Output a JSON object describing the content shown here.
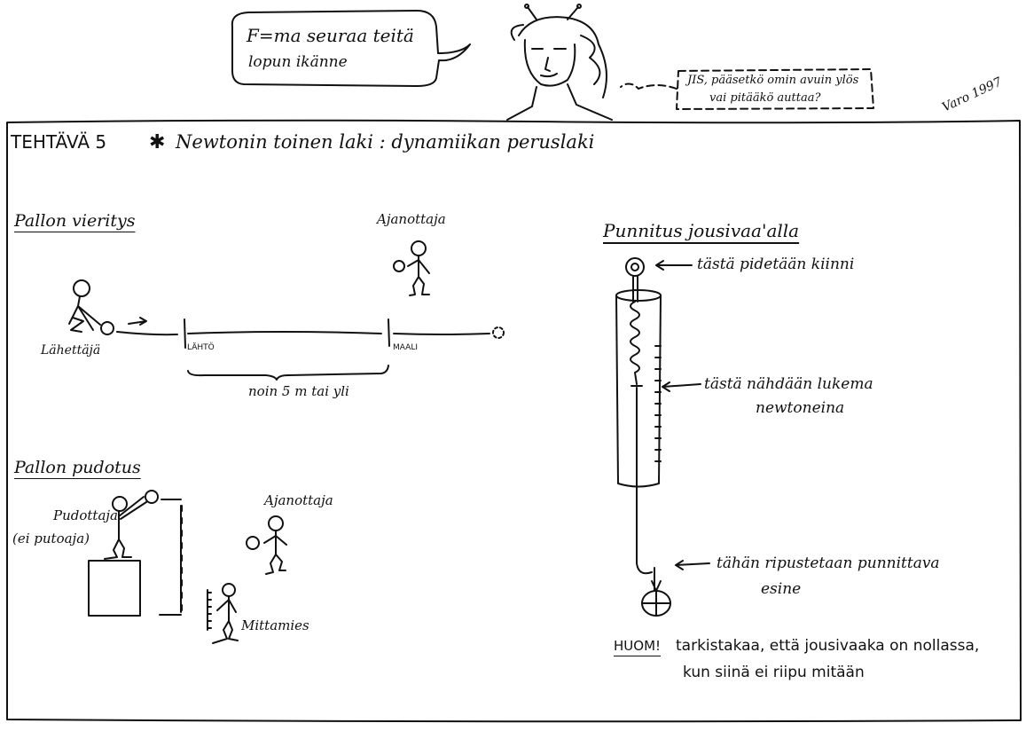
{
  "header": {
    "bubble_left": {
      "line1": "F=ma  seuraa teitä",
      "line2": "lopun ikänne"
    },
    "bubble_right": {
      "line1": "JIS, pääsetkö omin avuin ylös",
      "line2": "vai pitääkö auttaa?"
    },
    "signature": "Varo 1997"
  },
  "title": {
    "task": "TEHTÄVÄ 5",
    "star": "✱",
    "subtitle": "Newtonin toinen laki :  dynamiikan peruslaki"
  },
  "rolling": {
    "heading": "Pallon vieritys",
    "timer_label": "Ajanottaja",
    "sender_label": "Lähettäjä",
    "start_label": "LÄHTÖ",
    "finish_label": "MAALI",
    "distance_label": "noin 5 m tai yli"
  },
  "dropping": {
    "heading": "Pallon pudotus",
    "dropper_label": "Pudottaja",
    "dropper_note": "(ei putoaja)",
    "timer_label": "Ajanottaja",
    "measurer_label": "Mittamies"
  },
  "weighing": {
    "heading": "Punnitus jousivaa'alla",
    "hold_label": "tästä pidetään kiinni",
    "reading_label": "tästä nähdään lukema",
    "reading_unit": "newtoneina",
    "hang_label": "tähän ripustetaan punnittava",
    "hang_object": "esine",
    "note_title": "HUOM!",
    "note_line1": "tarkistakaa, että jousivaaka on nollassa,",
    "note_line2": "kun siinä ei riipu mitään"
  }
}
